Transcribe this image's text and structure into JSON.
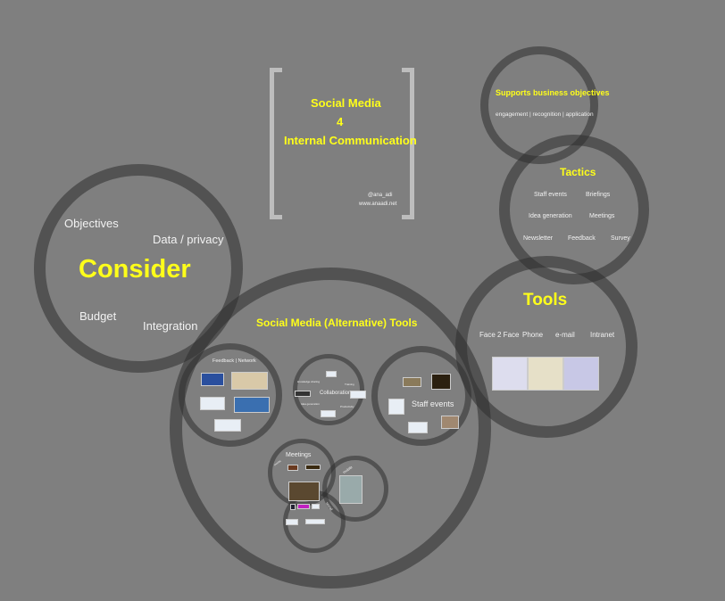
{
  "title": {
    "line1": "Social Media",
    "line2": "4",
    "line3": "Internal Communication",
    "handle": "@ana_adi",
    "website": "www.anaadi.net"
  },
  "supports": {
    "heading": "Supports business objectives",
    "items": "engagement | recognition | application"
  },
  "tactics": {
    "heading": "Tactics",
    "items": [
      "Staff events",
      "Briefings",
      "Idea generation",
      "Meetings",
      "Newsletter",
      "Feedback",
      "Survey"
    ]
  },
  "consider": {
    "heading": "Consider",
    "items": [
      "Objectives",
      "Data / privacy",
      "Budget",
      "Integration"
    ]
  },
  "tools": {
    "heading": "Tools",
    "items": [
      "Face 2 Face",
      "Phone",
      "e-mail",
      "Intranet"
    ]
  },
  "alt_tools": {
    "heading": "Social Media (Alternative) Tools",
    "feedback": "Feedback | Network",
    "collaboration": {
      "label": "Collaboration",
      "items": [
        "knowledge sharing",
        "Training",
        "Idea generation",
        "Productivity"
      ]
    },
    "staff_events": "Staff events",
    "meetings": {
      "label": "Meetings",
      "small": "events"
    },
    "mobile": "mobile",
    "social": "social"
  }
}
